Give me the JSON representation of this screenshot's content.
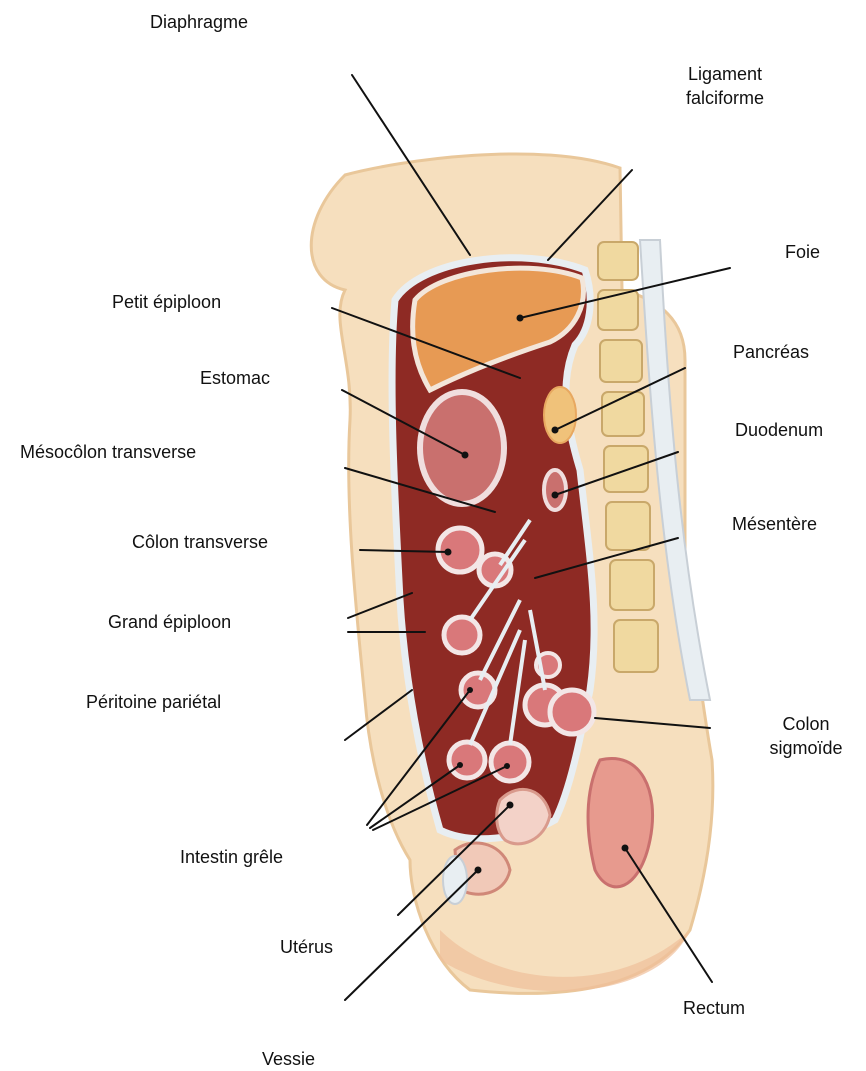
{
  "labels": {
    "diaphragme": "Diaphragme",
    "ligament": "Ligament",
    "falciforme": "falciforme",
    "foie": "Foie",
    "petit_epiploon": "Petit épiploon",
    "pancreas": "Pancréas",
    "estomac": "Estomac",
    "duodenum": "Duodenum",
    "mesocolon_transverse": "Mésocôlon transverse",
    "mesentere": "Mésentère",
    "colon_transverse": "Côlon transverse",
    "grand_epiploon": "Grand épiploon",
    "peritoine_parietal": "Péritoine pariétal",
    "colon": "Colon",
    "sigmoide": "sigmoïde",
    "intestin_grele": "Intestin grêle",
    "uterus": "Utérus",
    "rectum": "Rectum",
    "vessie": "Vessie"
  },
  "colors": {
    "skin": "#f6dfbe",
    "skin_edge": "#e9c79a",
    "cavity": "#8e2a24",
    "cavity_dark": "#6f1d1a",
    "peritoneum": "#e8eef2",
    "liver": "#e79a54",
    "loop_outer": "#d9787a",
    "loop_inner": "#b84a4c",
    "spine": "#f3e3b8",
    "vertebra": "#f0d9a0",
    "pancreas": "#f0c27a"
  }
}
